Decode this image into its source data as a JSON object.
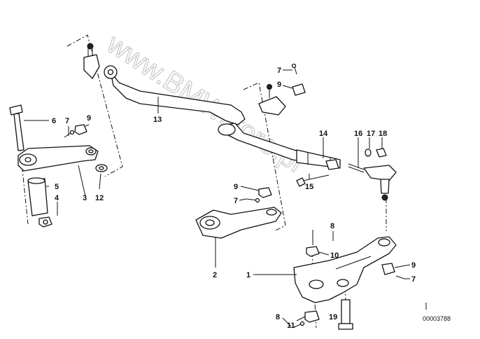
{
  "labels": {
    "l1": "1",
    "l2": "2",
    "l3": "3",
    "l4": "4",
    "l5": "5",
    "l6": "6",
    "l7a": "7",
    "l7b": "7",
    "l7c": "7",
    "l7d": "7",
    "l8a": "8",
    "l8b": "8",
    "l9a": "9",
    "l9b": "9",
    "l9c": "9",
    "l9d": "9",
    "l10": "10",
    "l11": "11",
    "l12": "12",
    "l13": "13",
    "l14": "14",
    "l15": "15",
    "l16": "16",
    "l17": "17",
    "l18": "18",
    "l19": "19"
  },
  "watermark": "www.BMWstore.pl",
  "reference_number": "00003788"
}
